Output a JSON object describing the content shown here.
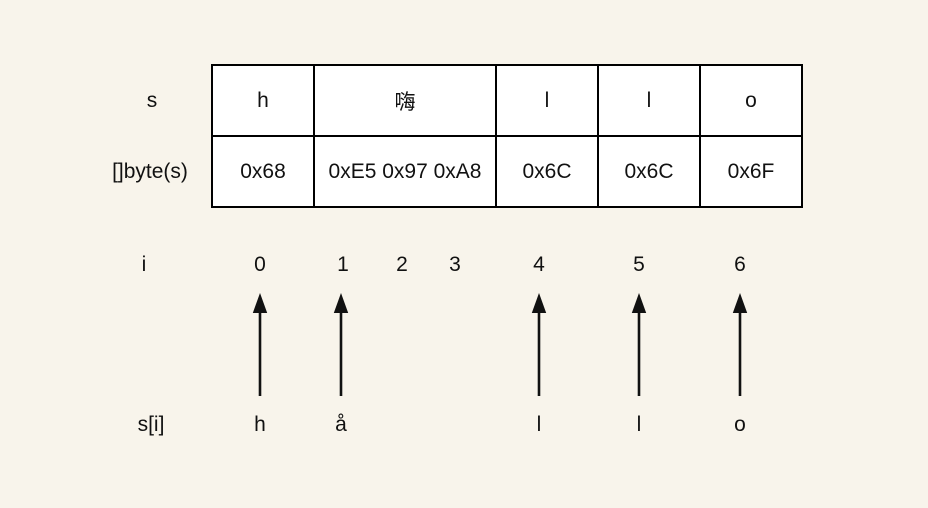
{
  "page": {
    "background_color": "#f8f4eb",
    "ink_color": "#111111",
    "cell_fill_color": "#ffffff"
  },
  "table": {
    "row_labels": {
      "string": "s",
      "bytes": "[]byte(s)"
    },
    "columns": [
      {
        "char": "h",
        "bytes": "0x68"
      },
      {
        "char": "嗨",
        "bytes": "0xE5 0x97 0xA8"
      },
      {
        "char": "l",
        "bytes": "0x6C"
      },
      {
        "char": "l",
        "bytes": "0x6C"
      },
      {
        "char": "o",
        "bytes": "0x6F"
      }
    ]
  },
  "index_row": {
    "label": "i",
    "indices": [
      "0",
      "1",
      "2",
      "3",
      "4",
      "5",
      "6"
    ]
  },
  "char_row": {
    "label": "s[i]",
    "items": [
      {
        "index": "0",
        "char": "h"
      },
      {
        "index": "1",
        "char": "å"
      },
      {
        "index": "4",
        "char": "l"
      },
      {
        "index": "5",
        "char": "l"
      },
      {
        "index": "6",
        "char": "o"
      }
    ]
  }
}
